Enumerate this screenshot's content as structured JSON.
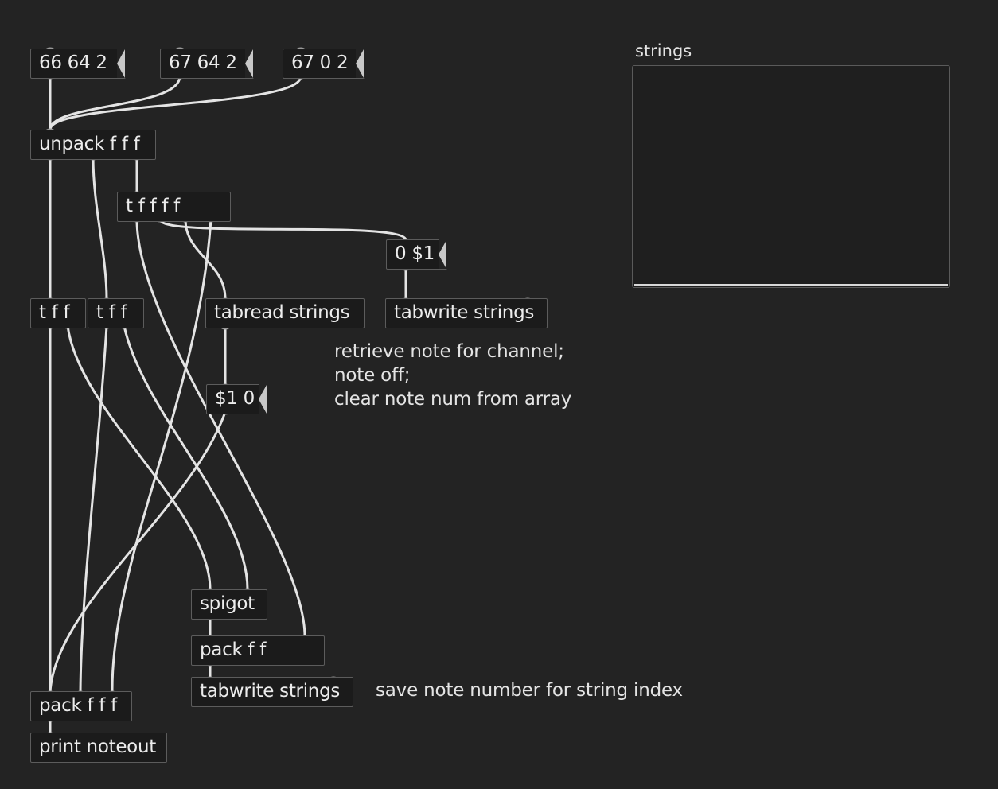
{
  "messages": {
    "msg1": "66 64 2",
    "msg2": "67 64 2",
    "msg3": "67 0 2",
    "zero_dollar": "0 $1",
    "dollar_zero": "$1 0"
  },
  "objects": {
    "unpack": "unpack f f f",
    "trigger5": "t f f f f",
    "trigger_a": "t f f",
    "trigger_b": "t f f",
    "tabread": "tabread strings",
    "tabwrite_top": "tabwrite strings",
    "spigot": "spigot",
    "pack2": "pack f f",
    "tabwrite_bottom": "tabwrite strings",
    "pack3": "pack f f f",
    "print": "print noteout"
  },
  "comments": {
    "retrieve": [
      "retrieve note for channel;",
      "note off;",
      "clear note num from array"
    ],
    "save": "save note number for string index"
  },
  "array": {
    "name": "strings"
  },
  "colors": {
    "background": "#232323",
    "box_border": "#5c5c5c",
    "cord": "#e4e4e4",
    "text": "#ececec"
  }
}
